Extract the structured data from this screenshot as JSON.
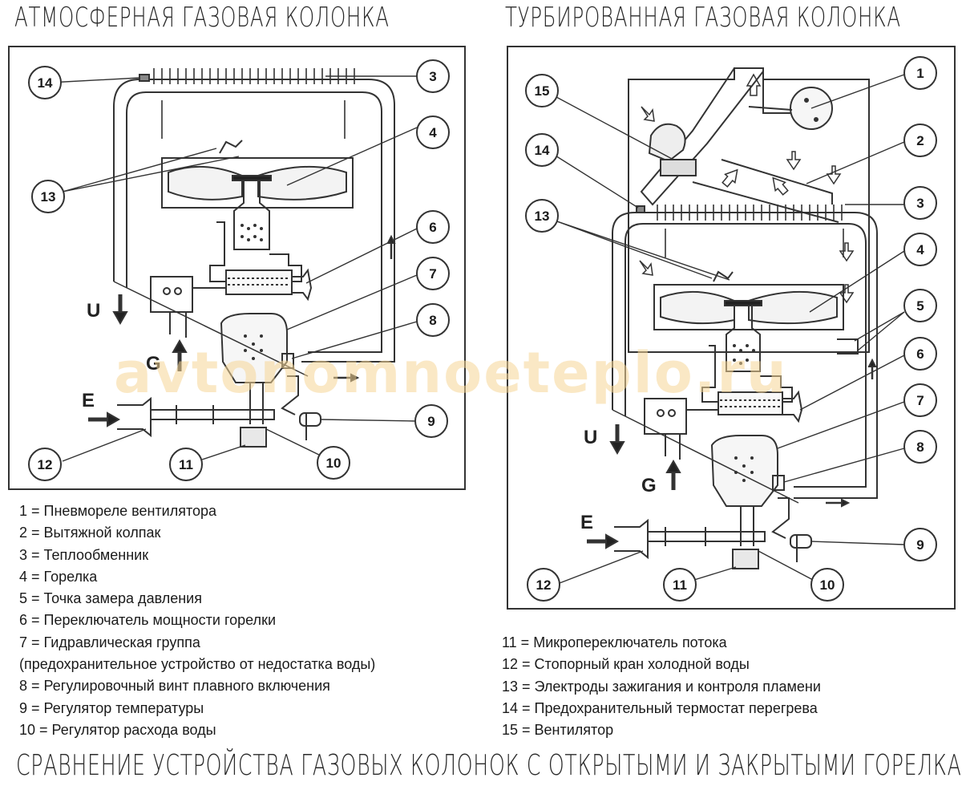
{
  "titles": {
    "left": "АТМОСФЕРНАЯ ГАЗОВАЯ КОЛОНКА",
    "right": "ТУРБИРОВАННАЯ ГАЗОВАЯ КОЛОНКА",
    "footer": "СРАВНЕНИЕ УСТРОЙСТВА ГАЗОВЫХ КОЛОНОК С ОТКРЫТЫМИ И ЗАКРЫТЫМИ ГОРЕЛКАМИ"
  },
  "watermark": "avtonomnoeteplo.ru",
  "flow_labels": {
    "u": "U",
    "g": "G",
    "e": "E"
  },
  "left_callouts": [
    "14",
    "3",
    "4",
    "13",
    "6",
    "7",
    "8",
    "9",
    "10",
    "11",
    "12"
  ],
  "right_callouts": [
    "1",
    "15",
    "2",
    "14",
    "3",
    "13",
    "4",
    "5",
    "6",
    "7",
    "8",
    "9",
    "10",
    "11",
    "12"
  ],
  "legend_left": [
    "1 = Пневмореле вентилятора",
    "2 = Вытяжной колпак",
    "3 = Теплообменник",
    "4 = Горелка",
    "5 = Точка замера давления",
    "6 = Переключатель мощности горелки",
    "7 = Гидравлическая группа",
    "(предохранительное устройство от недостатка воды)",
    "8 = Регулировочный винт плавного включения",
    "9 = Регулятор температуры",
    "10 = Регулятор расхода воды"
  ],
  "legend_right": [
    "11 = Микропереключатель потока",
    "12 = Стопорный кран холодной воды",
    "13 = Электроды зажигания и контроля пламени",
    "14 = Предохранительный термостат перегрева",
    "15 = Вентилятор"
  ]
}
